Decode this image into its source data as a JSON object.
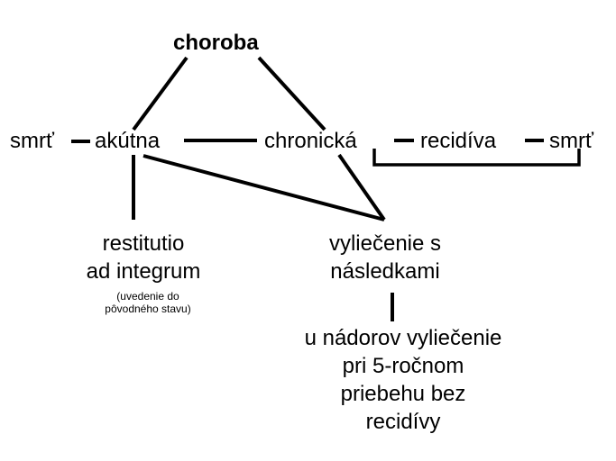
{
  "diagram": {
    "root": "choroba",
    "row": {
      "smrt_left": "smrť",
      "akutna": "akútna",
      "chronicka": "chronická",
      "recidiva": "recidíva",
      "smrt_right": "smrť"
    },
    "restitutio": {
      "line1": "restitutio",
      "line2": "ad integrum",
      "note1": "(uvedenie do",
      "note2": "pôvodného stavu)"
    },
    "vyliecenie": {
      "line1": "vyliečenie s",
      "line2": "následkami"
    },
    "nador": {
      "line1": "u nádorov vyliečenie",
      "line2": "pri 5-ročnom",
      "line3": "priebehu bez",
      "line4": "recidívy"
    }
  }
}
